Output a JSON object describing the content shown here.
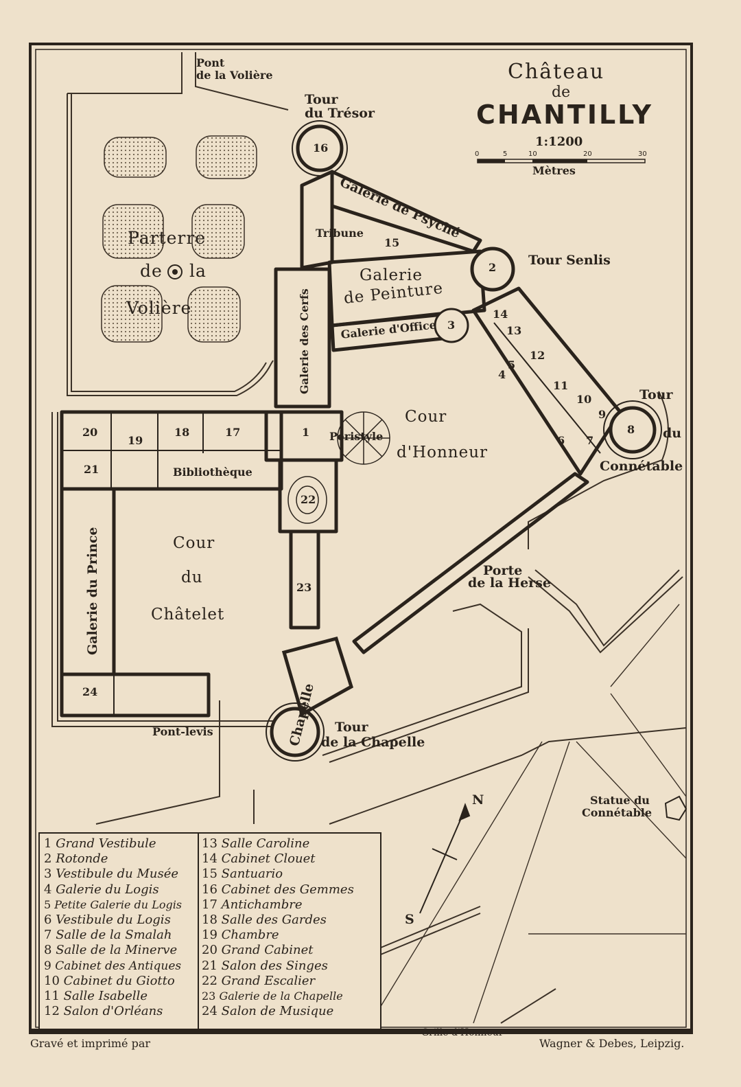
{
  "title": {
    "line1": "Château",
    "line2": "de",
    "line3": "CHANTILLY",
    "scale": "1:1200"
  },
  "scalebar": {
    "ticks": [
      "0",
      "5",
      "10",
      "20",
      "30"
    ],
    "unit": "Mètres"
  },
  "labels": {
    "pont_voliere_1": "Pont",
    "pont_voliere_2": "de la Volière",
    "tour_tresor_1": "Tour",
    "tour_tresor_2": "du Trésor",
    "parterre_1": "Parterre",
    "parterre_2": "de",
    "parterre_3": "la",
    "parterre_4": "Volière",
    "galerie_psyche": "Galerie de Psyché",
    "tribune": "Tribune",
    "tour_senlis": "Tour Senlis",
    "galerie_peinture_1": "Galerie",
    "galerie_peinture_2": "de Peinture",
    "galerie_cerfs": "Galerie des Cerfs",
    "galerie_office": "Galerie d'Office",
    "cour_honneur_1": "Cour",
    "cour_honneur_2": "d'Honneur",
    "peristyle": "Péristyle",
    "bibliotheque": "Bibliothèque",
    "tour_connetable_1": "Tour",
    "tour_connetable_2": "du",
    "tour_connetable_3": "Connétable",
    "cour_chatelet_1": "Cour",
    "cour_chatelet_2": "du",
    "cour_chatelet_3": "Châtelet",
    "galerie_prince": "Galerie du Prince",
    "porte_herse_1": "Porte",
    "porte_herse_2": "de la Herse",
    "chapelle": "Chapelle",
    "tour_chapelle_1": "Tour",
    "tour_chapelle_2": "de la Chapelle",
    "pont_levis": "Pont-levis",
    "statue_1": "Statue du",
    "statue_2": "Connétable",
    "north": "N",
    "south": "S"
  },
  "numbers": [
    "1",
    "2",
    "3",
    "4",
    "5",
    "6",
    "7",
    "8",
    "9",
    "10",
    "11",
    "12",
    "13",
    "14",
    "15",
    "16",
    "17",
    "18",
    "19",
    "20",
    "21",
    "22",
    "23",
    "24"
  ],
  "legend": [
    {
      "n": "1",
      "name": "Grand Vestibule"
    },
    {
      "n": "2",
      "name": "Rotonde"
    },
    {
      "n": "3",
      "name": "Vestibule du Musée"
    },
    {
      "n": "4",
      "name": "Galerie du Logis"
    },
    {
      "n": "5",
      "name": "Petite Galerie du Logis"
    },
    {
      "n": "6",
      "name": "Vestibule du Logis"
    },
    {
      "n": "7",
      "name": "Salle de la Smalah"
    },
    {
      "n": "8",
      "name": "Salle de la Minerve"
    },
    {
      "n": "9",
      "name": "Cabinet des Antiques"
    },
    {
      "n": "10",
      "name": "Cabinet du Giotto"
    },
    {
      "n": "11",
      "name": "Salle Isabelle"
    },
    {
      "n": "12",
      "name": "Salon d'Orléans"
    },
    {
      "n": "13",
      "name": "Salle Caroline"
    },
    {
      "n": "14",
      "name": "Cabinet Clouet"
    },
    {
      "n": "15",
      "name": "Santuario"
    },
    {
      "n": "16",
      "name": "Cabinet des Gemmes"
    },
    {
      "n": "17",
      "name": "Antichambre"
    },
    {
      "n": "18",
      "name": "Salle des Gardes"
    },
    {
      "n": "19",
      "name": "Chambre"
    },
    {
      "n": "20",
      "name": "Grand Cabinet"
    },
    {
      "n": "21",
      "name": "Salon des Singes"
    },
    {
      "n": "22",
      "name": "Grand Escalier"
    },
    {
      "n": "23",
      "name": "Galerie de la Chapelle"
    },
    {
      "n": "24",
      "name": "Salon de Musique"
    }
  ],
  "footer": {
    "left": "Gravé et imprimé par",
    "mid": "Grille d'Honneur",
    "right": "Wagner & Debes, Leipzig."
  },
  "colors": {
    "paper": "#eee1cb",
    "ink": "#2a231c",
    "hatch": "#7a6b58"
  }
}
